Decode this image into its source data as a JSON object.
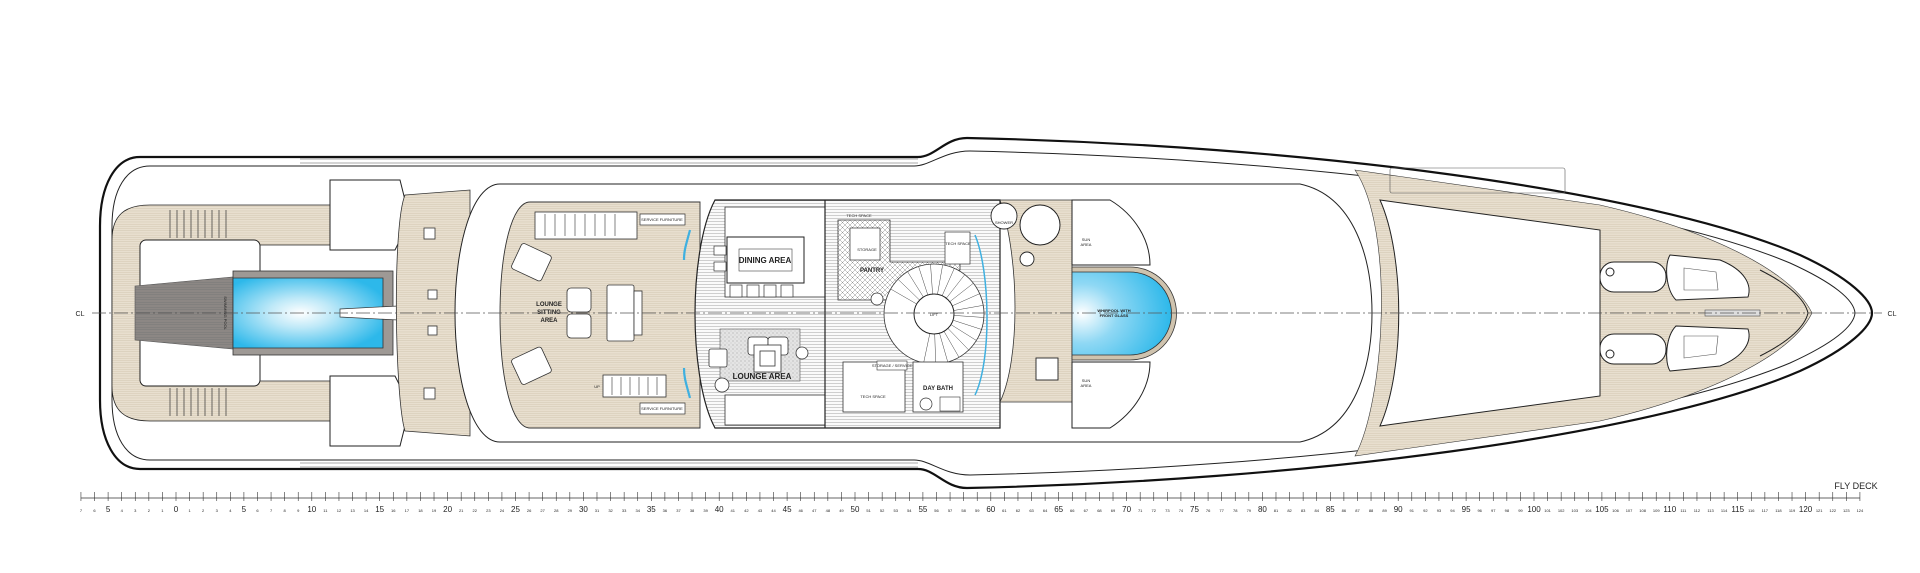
{
  "drawing": {
    "title": "FLY DECK",
    "centerline_label": "CL",
    "colors": {
      "teak": "#e8dfcf",
      "pool": "#2db8ea",
      "dark_deck": "#8c8784",
      "line": "#222222"
    }
  },
  "aft": {
    "pool_label_vertical": "SWIMMING POOL"
  },
  "rooms": {
    "lounge_sitting_1": "LOUNGE",
    "lounge_sitting_2": "SITTING",
    "lounge_sitting_3": "AREA",
    "dining_area": "DINING AREA",
    "lounge_area": "LOUNGE AREA",
    "pantry": "PANTRY",
    "storage": "STORAGE",
    "lift": "LIFT",
    "day_bath": "DAY BATH",
    "tech_space_top": "TECH SPACE",
    "tech_space_right": "TECH SPACE",
    "tech_space_bottom": "TECH SPACE",
    "storage_service": "STORAGE / SERVICE",
    "service_furniture_top": "SERVICE FURNITURE",
    "service_furniture_bottom": "SERVICE FURNITURE",
    "up": "UP",
    "shower": "SHOWER",
    "whirlpool_1": "WHIRPOOL WITH",
    "whirlpool_2": "FRONT GLASS",
    "sun_area_top_1": "SUN",
    "sun_area_top_2": "AREA",
    "sun_area_bottom_1": "SUN",
    "sun_area_bottom_2": "AREA"
  },
  "ruler": {
    "start": -7,
    "end": 124,
    "major_every": 5
  }
}
